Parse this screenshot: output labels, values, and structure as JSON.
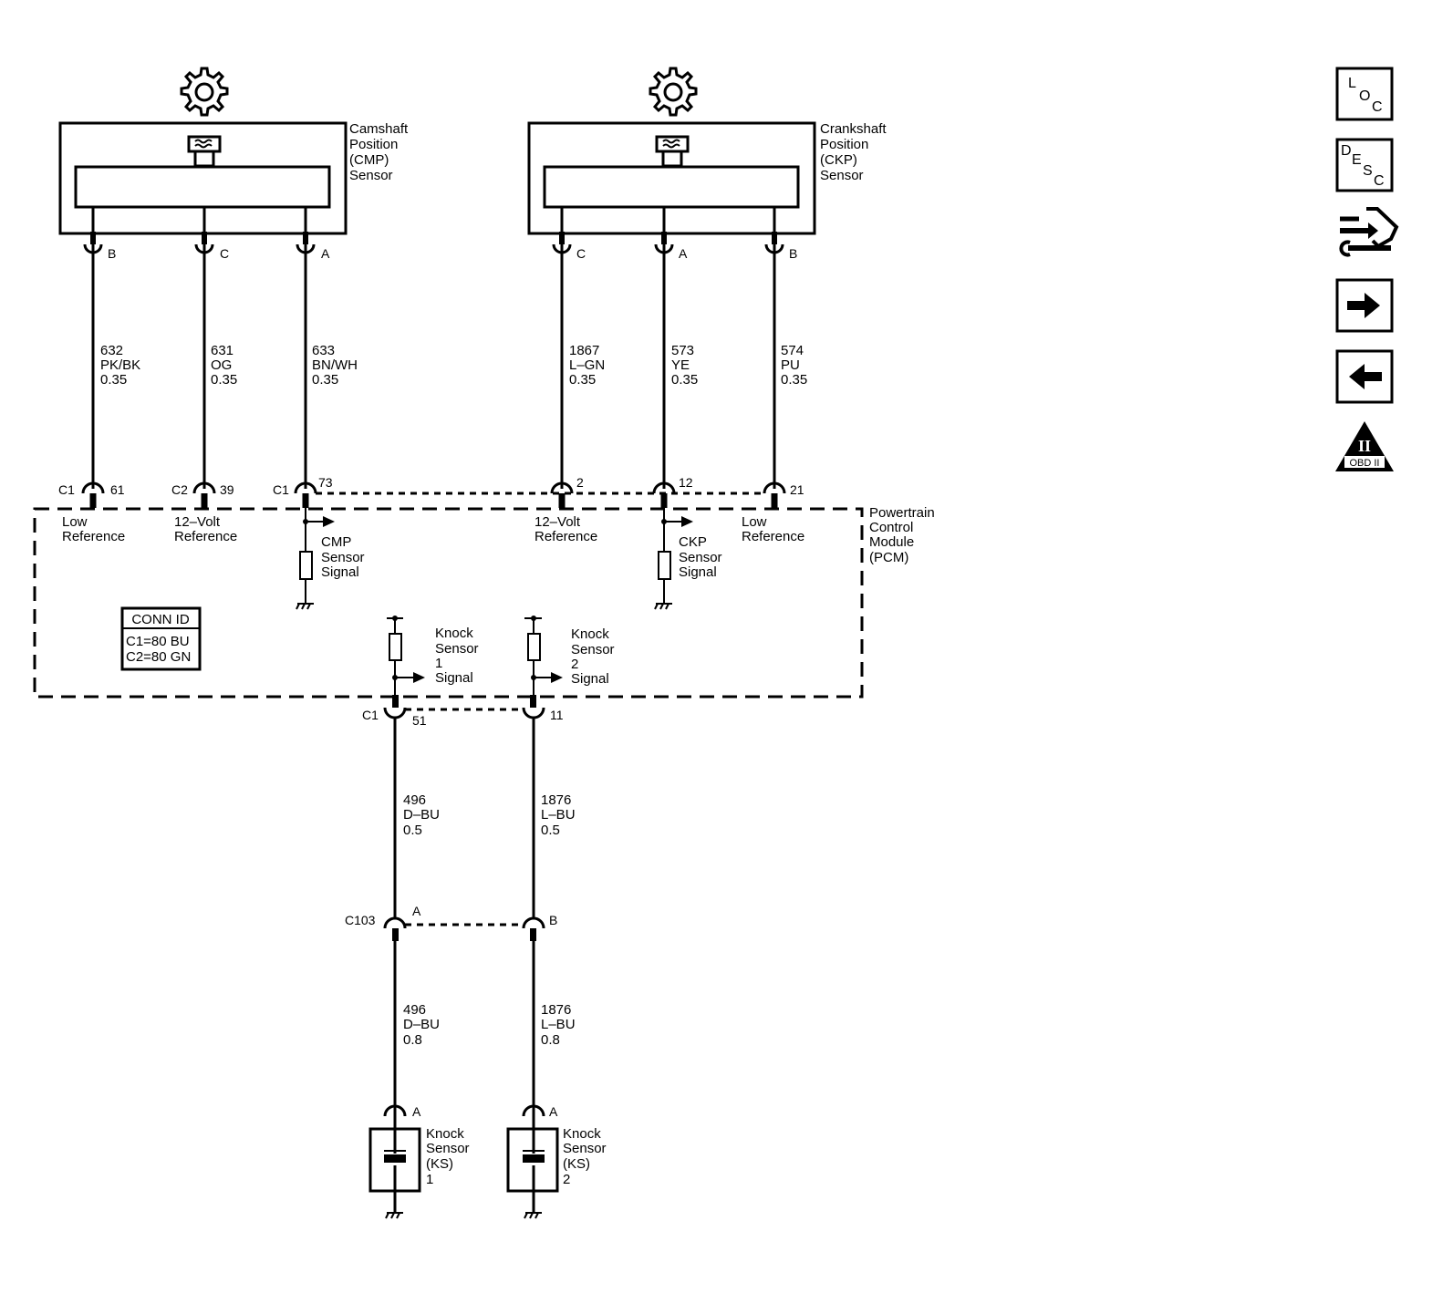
{
  "sensors": {
    "cmp": {
      "name": [
        "Camshaft",
        "Position",
        "(CMP)",
        "Sensor"
      ],
      "pins": [
        "B",
        "C",
        "A"
      ]
    },
    "ckp": {
      "name": [
        "Crankshaft",
        "Position",
        "(CKP)",
        "Sensor"
      ],
      "pins": [
        "C",
        "A",
        "B"
      ]
    }
  },
  "wires": [
    {
      "circuit": "632",
      "color": "PK/BK",
      "gauge": "0.35"
    },
    {
      "circuit": "631",
      "color": "OG",
      "gauge": "0.35"
    },
    {
      "circuit": "633",
      "color": "BN/WH",
      "gauge": "0.35"
    },
    {
      "circuit": "1867",
      "color": "L–GN",
      "gauge": "0.35"
    },
    {
      "circuit": "573",
      "color": "YE",
      "gauge": "0.35"
    },
    {
      "circuit": "574",
      "color": "PU",
      "gauge": "0.35"
    }
  ],
  "pcm_pins": [
    {
      "conn": "C1",
      "pin": "61"
    },
    {
      "conn": "C2",
      "pin": "39"
    },
    {
      "conn": "C1",
      "pin": "73"
    },
    {
      "conn": "",
      "pin": "2"
    },
    {
      "conn": "",
      "pin": "12"
    },
    {
      "conn": "",
      "pin": "21"
    }
  ],
  "pcm_labels": {
    "low_ref_1": [
      "Low",
      "Reference"
    ],
    "volt_ref_1": [
      "12–Volt",
      "Reference"
    ],
    "cmp_signal": [
      "CMP",
      "Sensor",
      "Signal"
    ],
    "volt_ref_2": [
      "12–Volt",
      "Reference"
    ],
    "ckp_signal": [
      "CKP",
      "Sensor",
      "Signal"
    ],
    "low_ref_2": [
      "Low",
      "Reference"
    ],
    "module": [
      "Powertrain",
      "Control",
      "Module",
      "(PCM)"
    ],
    "ks1_signal": [
      "Knock",
      "Sensor",
      "1",
      "Signal"
    ],
    "ks2_signal": [
      "Knock",
      "Sensor",
      "2",
      "Signal"
    ]
  },
  "conn_id": {
    "title": "CONN ID",
    "lines": [
      "C1=80 BU",
      "C2=80 GN"
    ]
  },
  "ks_pins": {
    "conn": "C1",
    "pin1": "51",
    "pin2": "11"
  },
  "ks_wires_upper": [
    {
      "circuit": "496",
      "color": "D–BU",
      "gauge": "0.5"
    },
    {
      "circuit": "1876",
      "color": "L–BU",
      "gauge": "0.5"
    }
  ],
  "inline_connector": {
    "name": "C103",
    "pin1": "A",
    "pin2": "B"
  },
  "ks_wires_lower": [
    {
      "circuit": "496",
      "color": "D–BU",
      "gauge": "0.8"
    },
    {
      "circuit": "1876",
      "color": "L–BU",
      "gauge": "0.8"
    }
  ],
  "knock_sensors": [
    {
      "pin": "A",
      "name": [
        "Knock",
        "Sensor",
        "(KS)",
        "1"
      ]
    },
    {
      "pin": "A",
      "name": [
        "Knock",
        "Sensor",
        "(KS)",
        "2"
      ]
    }
  ],
  "nav": {
    "loc": [
      "L",
      "O",
      "C"
    ],
    "desc": [
      "D",
      "E",
      "S",
      "C"
    ],
    "obd": {
      "numeral": "II",
      "label": "OBD II"
    }
  }
}
